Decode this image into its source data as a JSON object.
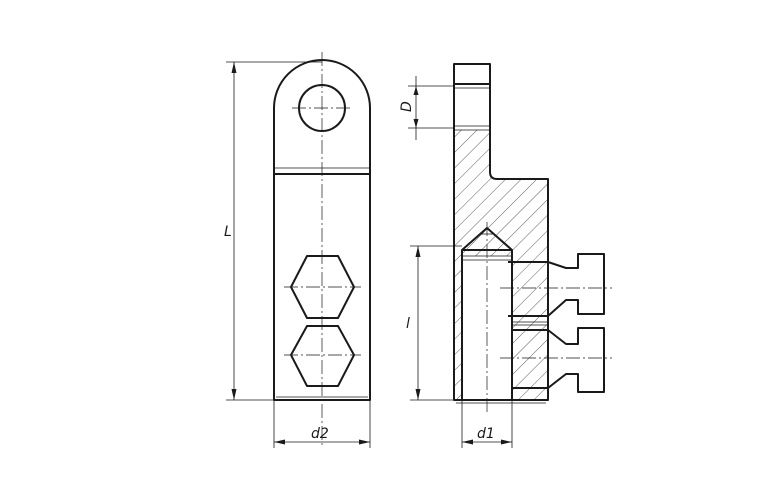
{
  "labels": {
    "length": "L",
    "hole_diameter": "D",
    "depth": "l",
    "width_front": "d2",
    "width_side": "d1"
  }
}
